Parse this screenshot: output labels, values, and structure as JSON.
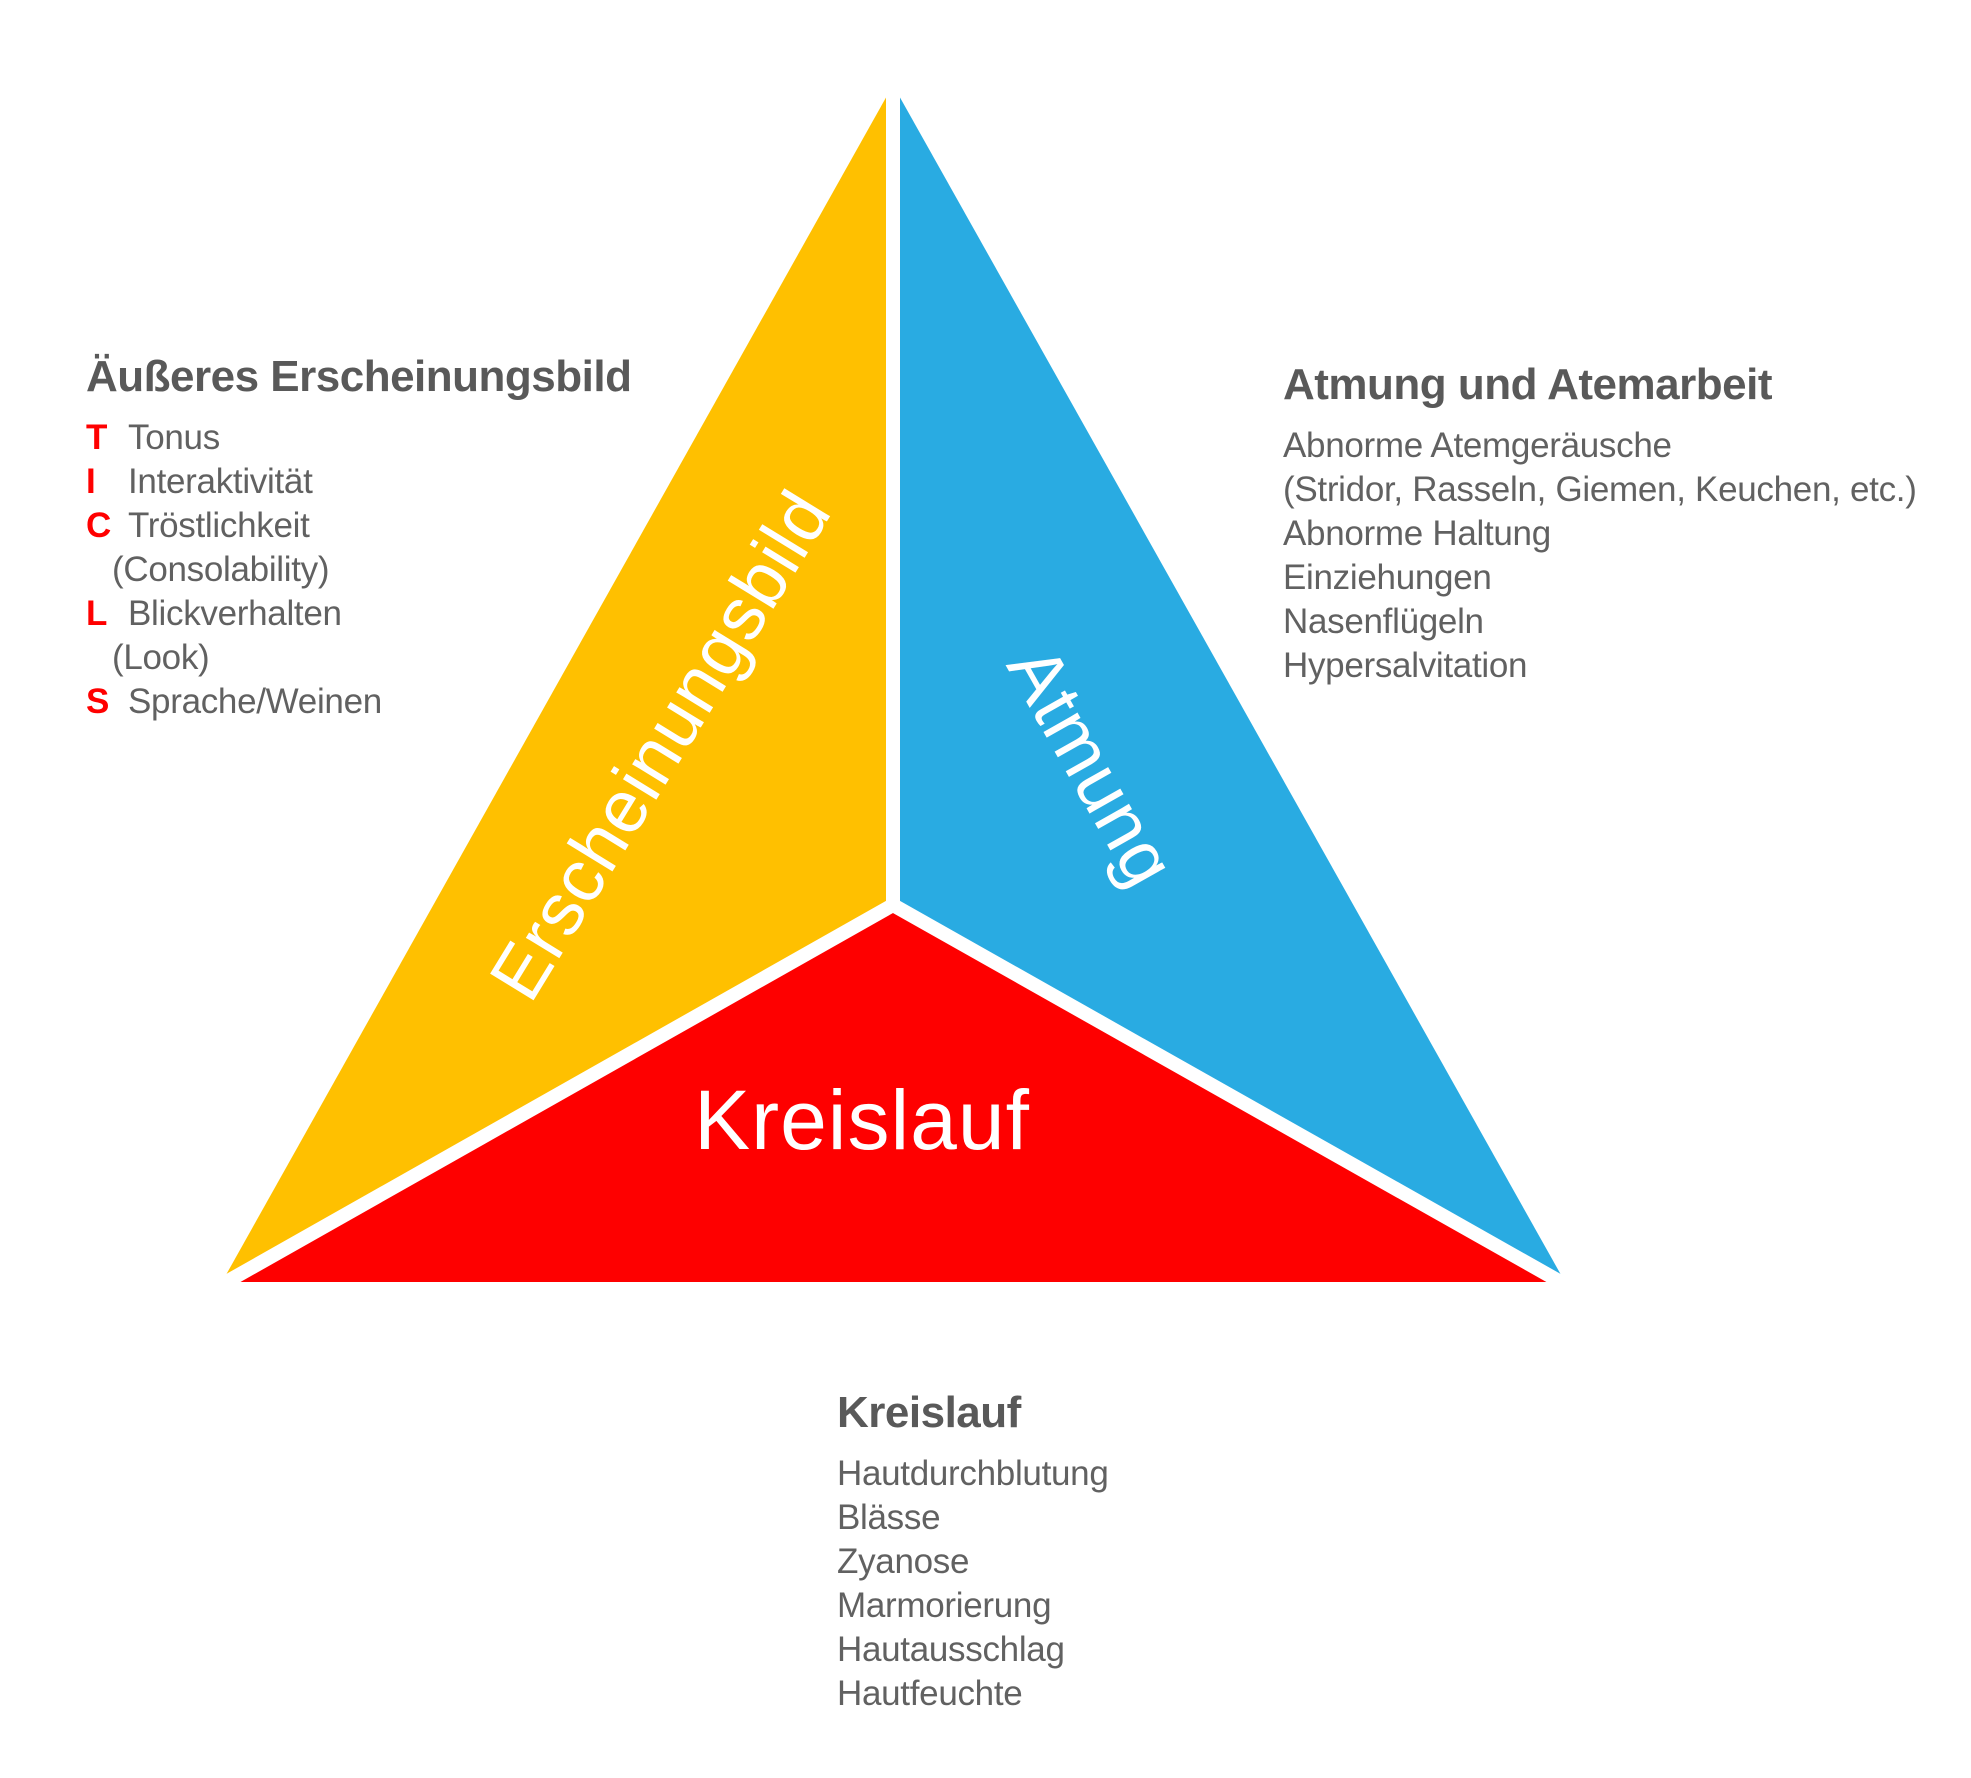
{
  "colors": {
    "appearance": "#FFC000",
    "breathing": "#29ABE2",
    "circulation": "#FE0000",
    "divider": "#FFFFFF",
    "heading_text": "#595959",
    "body_text": "#616161",
    "mnemonic_letter": "#FF0000"
  },
  "triangle": {
    "appearance_label": "Erscheinungsbild",
    "breathing_label": "Atmung",
    "circulation_label": "Kreislauf"
  },
  "appearance_block": {
    "title": "Äußeres Erscheinungsbild",
    "items": [
      {
        "letter": "T",
        "text": "Tonus"
      },
      {
        "letter": "I",
        "text": "Interaktivität"
      },
      {
        "letter": "C",
        "text": "Tröstlichkeit"
      },
      {
        "letter": "",
        "text": "(Consolability)"
      },
      {
        "letter": "L",
        "text": "Blickverhalten"
      },
      {
        "letter": "",
        "text": "(Look)"
      },
      {
        "letter": "S",
        "text": "Sprache/Weinen"
      }
    ]
  },
  "breathing_block": {
    "title": "Atmung und Atemarbeit",
    "items": [
      "Abnorme Atemgeräusche",
      "(Stridor, Rasseln, Giemen, Keuchen, etc.)",
      "Abnorme Haltung",
      "Einziehungen",
      "Nasenflügeln",
      "Hypersalvitation"
    ]
  },
  "circulation_block": {
    "title": "Kreislauf",
    "items": [
      "Hautdurchblutung",
      "Blässe",
      "Zyanose",
      "Marmorierung",
      "Hautausschlag",
      "Hautfeuchte"
    ]
  }
}
